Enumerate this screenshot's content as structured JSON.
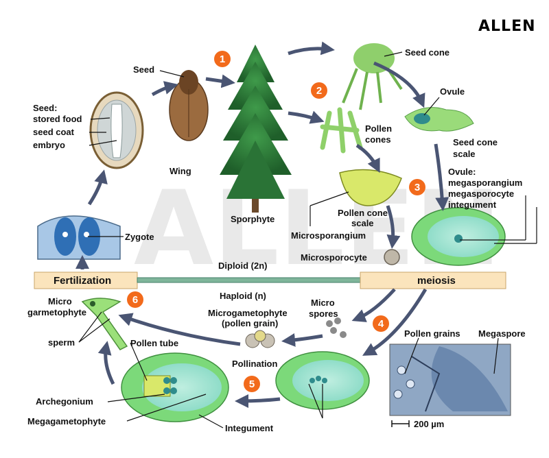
{
  "brand": "ALLEN",
  "watermark": "ALLEN",
  "colors": {
    "badge": "#f26a1b",
    "arrow": "#4a5573",
    "bar": "#fbe4bc",
    "ovule_green": "#7cd97a",
    "ovule_inner": "#7fd0c4"
  },
  "steps": [
    "1",
    "2",
    "3",
    "4",
    "5",
    "6"
  ],
  "labels": {
    "seed": "Seed",
    "seed_parts_title": "Seed:",
    "stored_food": "stored food",
    "seed_coat": "seed coat",
    "embryo": "embryo",
    "wing": "Wing",
    "sporphyte": "Sporphyte",
    "seed_cone": "Seed cone",
    "ovule": "Ovule",
    "seed_cone_scale_1": "Seed cone",
    "seed_cone_scale_2": "scale",
    "pollen_cones_1": "Pollen",
    "pollen_cones_2": "cones",
    "pollen_cone_scale_1": "Pollen cone",
    "pollen_cone_scale_2": "scale",
    "microsporangium": "Microsporangium",
    "microsporocyte": "Microsporocyte",
    "ovule_parts_1": "Ovule:",
    "ovule_parts_2": "megasporangium",
    "ovule_parts_3": "megasporocyte",
    "ovule_parts_4": "integument",
    "zygote": "Zygote",
    "diploid": "Diploid (2n)",
    "haploid": "Haploid (n)",
    "fertilization": "Fertilization",
    "meiosis": "meiosis",
    "micro_gametophyte_1": "Micro",
    "micro_gametophyte_2": "garmetophyte",
    "sperm": "sperm",
    "microgametophyte_1": "Microgametophyte",
    "microgametophyte_2": "(pollen grain)",
    "micro_spores_1": "Micro",
    "micro_spores_2": "spores",
    "pollination": "Pollination",
    "pollen_tube": "Pollen tube",
    "pollen_grains": "Pollen grains",
    "megaspore": "Megaspore",
    "archegonium": "Archegonium",
    "megagametophyte": "Megagametophyte",
    "integument": "Integument",
    "scale_bar": "200 µm"
  }
}
